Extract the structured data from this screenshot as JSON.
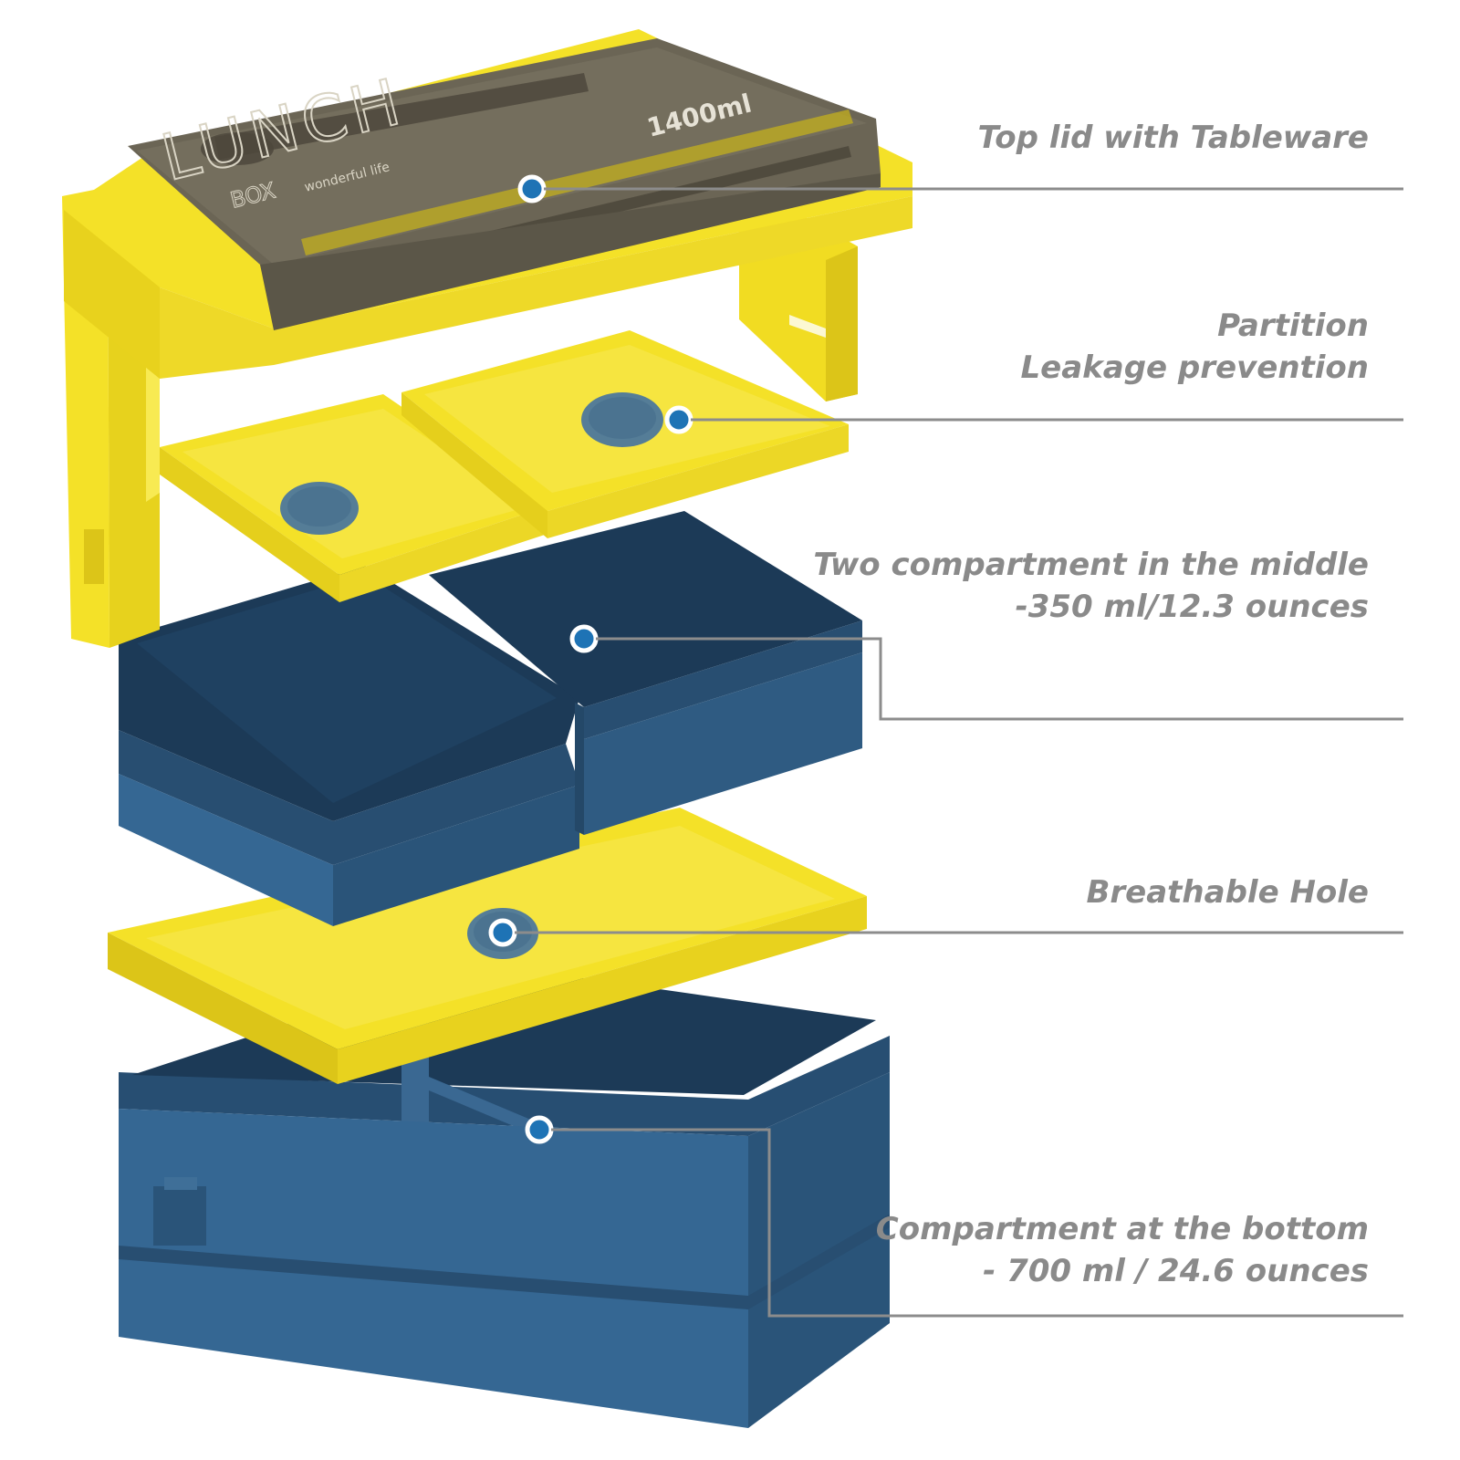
{
  "product": {
    "lid_brand_text": "LUNCH",
    "lid_capacity_text": "1400ml",
    "lid_small_text": "BOX",
    "lid_tagline": "wonderful life"
  },
  "callouts": [
    {
      "lines": [
        "Top lid with Tableware"
      ]
    },
    {
      "lines": [
        "Partition",
        "Leakage prevention"
      ]
    },
    {
      "lines": [
        "Two compartment in the middle",
        "-350 ml/12.3 ounces"
      ]
    },
    {
      "lines": [
        "Breathable Hole"
      ]
    },
    {
      "lines": [
        "Compartment at the bottom",
        "- 700 ml / 24.6 ounces"
      ]
    }
  ],
  "colors": {
    "yellow": "#f4e128",
    "yellow_dark": "#dcc518",
    "yellow_light": "#faee6c",
    "navy": "#2f5b82",
    "navy_dark": "#1f3f5e",
    "navy_light": "#41709a",
    "smoke": "#6b6555",
    "leader": "#8c8c8c",
    "dot": "#1e73b5",
    "text": "#8a8a8a"
  }
}
